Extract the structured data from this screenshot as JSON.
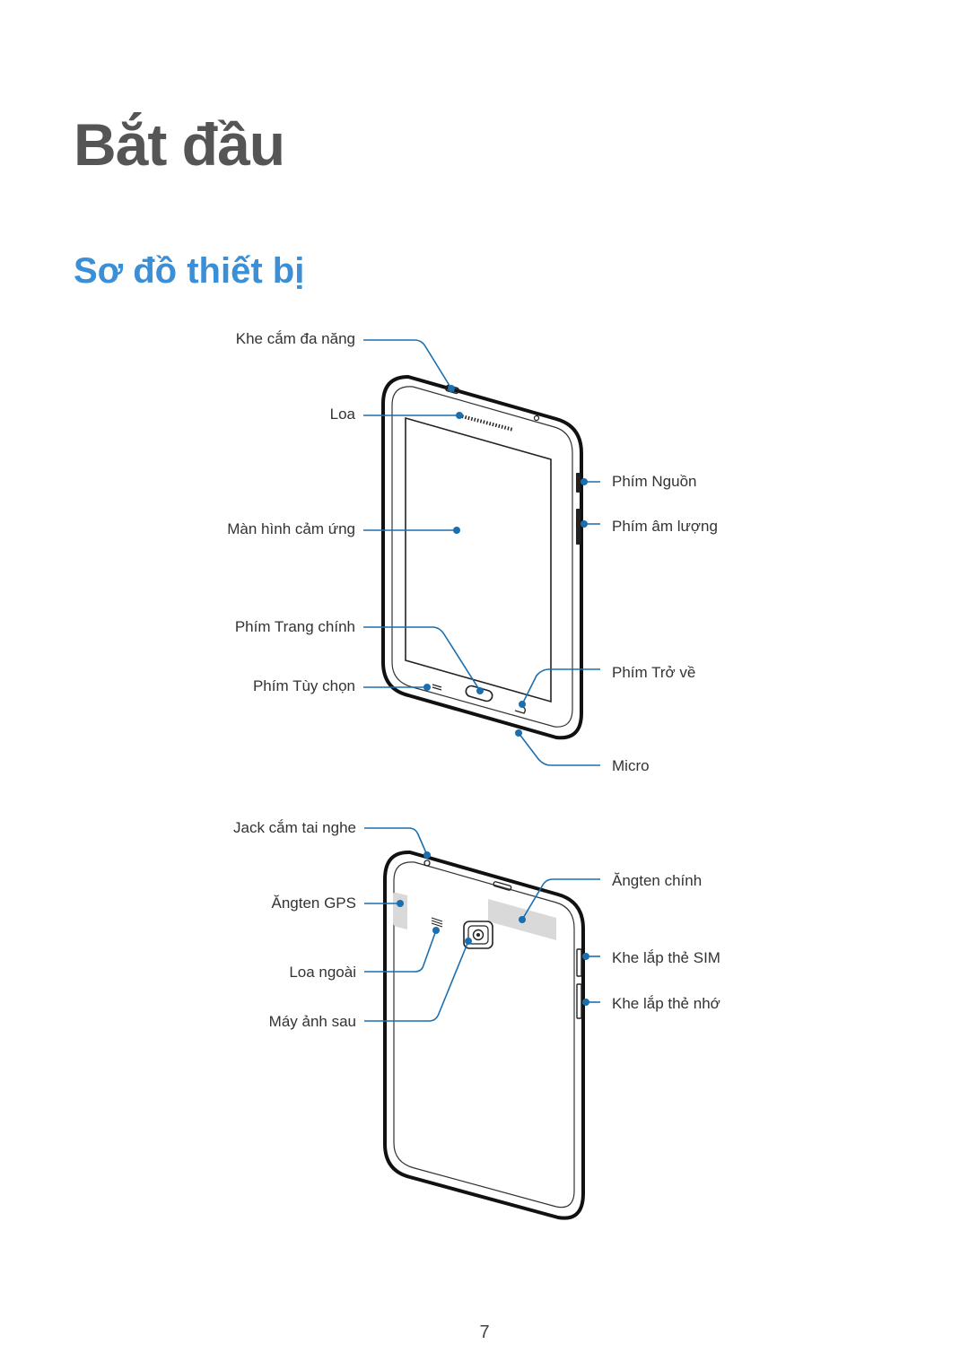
{
  "chapter": {
    "title": "Bắt đầu"
  },
  "section": {
    "title": "Sơ đồ thiết bị"
  },
  "front_labels": {
    "multipurpose_jack": "Khe cắm đa năng",
    "speaker": "Loa",
    "touchscreen": "Màn hình cảm ứng",
    "home_key": "Phím Trang chính",
    "options_key": "Phím Tùy chọn",
    "power_key": "Phím Nguồn",
    "volume_key": "Phím âm lượng",
    "back_key": "Phím Trở về",
    "microphone": "Micro"
  },
  "back_labels": {
    "headset_jack": "Jack cắm tai nghe",
    "gps_antenna": "Ăngten GPS",
    "external_speaker": "Loa ngoài",
    "rear_camera": "Máy ảnh sau",
    "main_antenna": "Ăngten chính",
    "sim_slot": "Khe lắp thẻ SIM",
    "memory_card_slot": "Khe lắp thẻ nhớ"
  },
  "page_number": "7",
  "colors": {
    "heading": "#555555",
    "section": "#3a8fd6",
    "callout": "#1b6fae"
  }
}
